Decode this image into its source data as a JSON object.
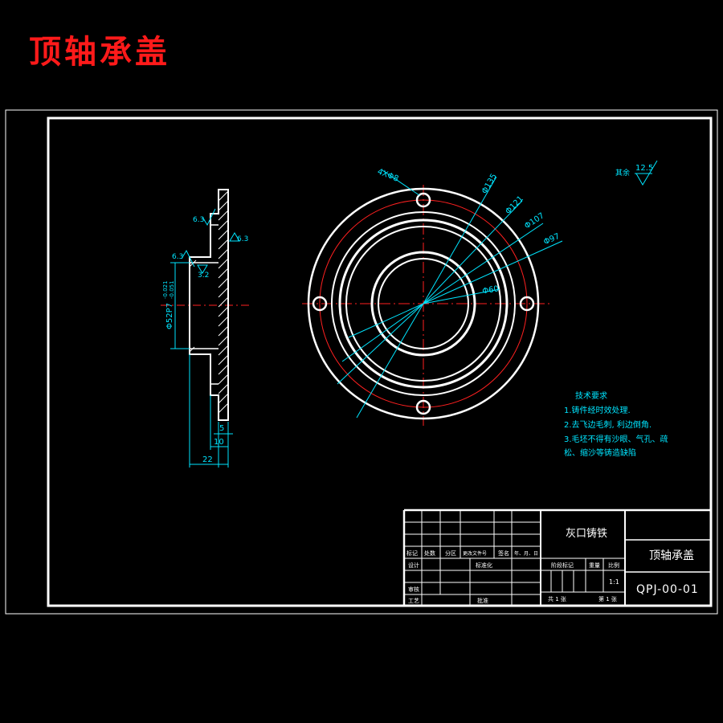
{
  "title": "顶轴承盖",
  "side_view": {
    "dims": {
      "ra_top": "6.3",
      "ra_mid": "6.3",
      "ra_left": "6.3",
      "ra_inner": "3.2",
      "bore": "Φ52P7",
      "tol_upper": "-0.021",
      "tol_lower": "-0.051",
      "d5": "5",
      "d10": "10",
      "d22": "22"
    }
  },
  "front_view": {
    "dims": {
      "holes": "4XΦ8",
      "d135": "Φ135",
      "d121": "Φ121",
      "d107": "Φ107",
      "d97": "Φ97",
      "d60": "Φ60"
    }
  },
  "roughness": {
    "label": "其余",
    "value": "12.5"
  },
  "tech": {
    "heading": "技术要求",
    "items": [
      "1.铸件经时效处理.",
      "2.去飞边毛刺, 利边倒角.",
      "3.毛坯不得有沙眼、气孔、疏",
      "松、缩沙等铸造缺陷"
    ]
  },
  "titleblock": {
    "material": "灰口铸铁",
    "part_name": "顶轴承盖",
    "drawing_no": "QPJ-00-01",
    "row_labels": [
      "标记",
      "处数",
      "分区",
      "更改文件号",
      "签名",
      "年、月、日"
    ],
    "designer": "设计",
    "standard": "标准化",
    "review": "审核",
    "process": "工艺",
    "approve": "批准",
    "stage": "阶段标记",
    "weight": "重量",
    "scale": "比例",
    "scale_value": "1:1",
    "sheets_total": "共 1 张",
    "sheet_no": "第 1 张"
  }
}
